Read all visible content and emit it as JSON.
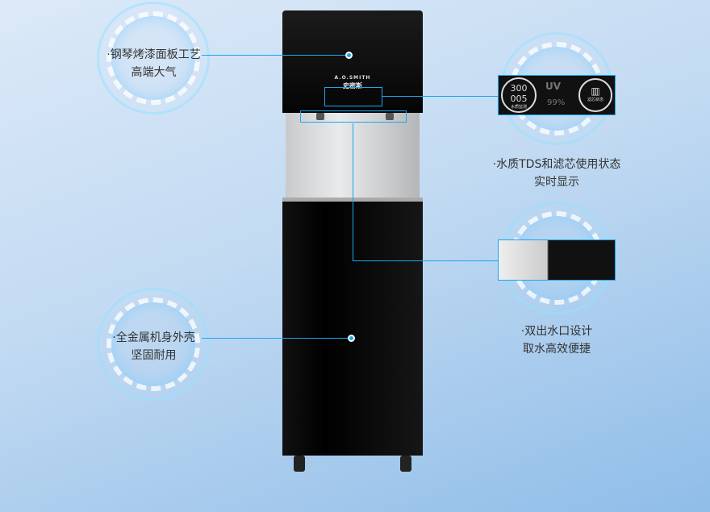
{
  "brand": {
    "name_en": "A.O.SMITH",
    "name_cn": "史密斯"
  },
  "features": [
    {
      "line1": "·钢琴烤漆面板工艺",
      "line2": "高端大气"
    },
    {
      "line1": "·全金属机身外壳",
      "line2": "坚固耐用"
    },
    {
      "line1": "·水质TDS和滤芯使用状态",
      "line2": "实时显示"
    },
    {
      "line1": "·双出水口设计",
      "line2": "取水高效便捷"
    }
  ],
  "display": {
    "tds_in": "300",
    "tds_out": "005",
    "tds_label": "水质监测",
    "uv": "UV",
    "uv_rate": "99%",
    "filter_label": "滤芯状态"
  },
  "colors": {
    "accent": "#1aa7ee",
    "panel": "#111111"
  }
}
